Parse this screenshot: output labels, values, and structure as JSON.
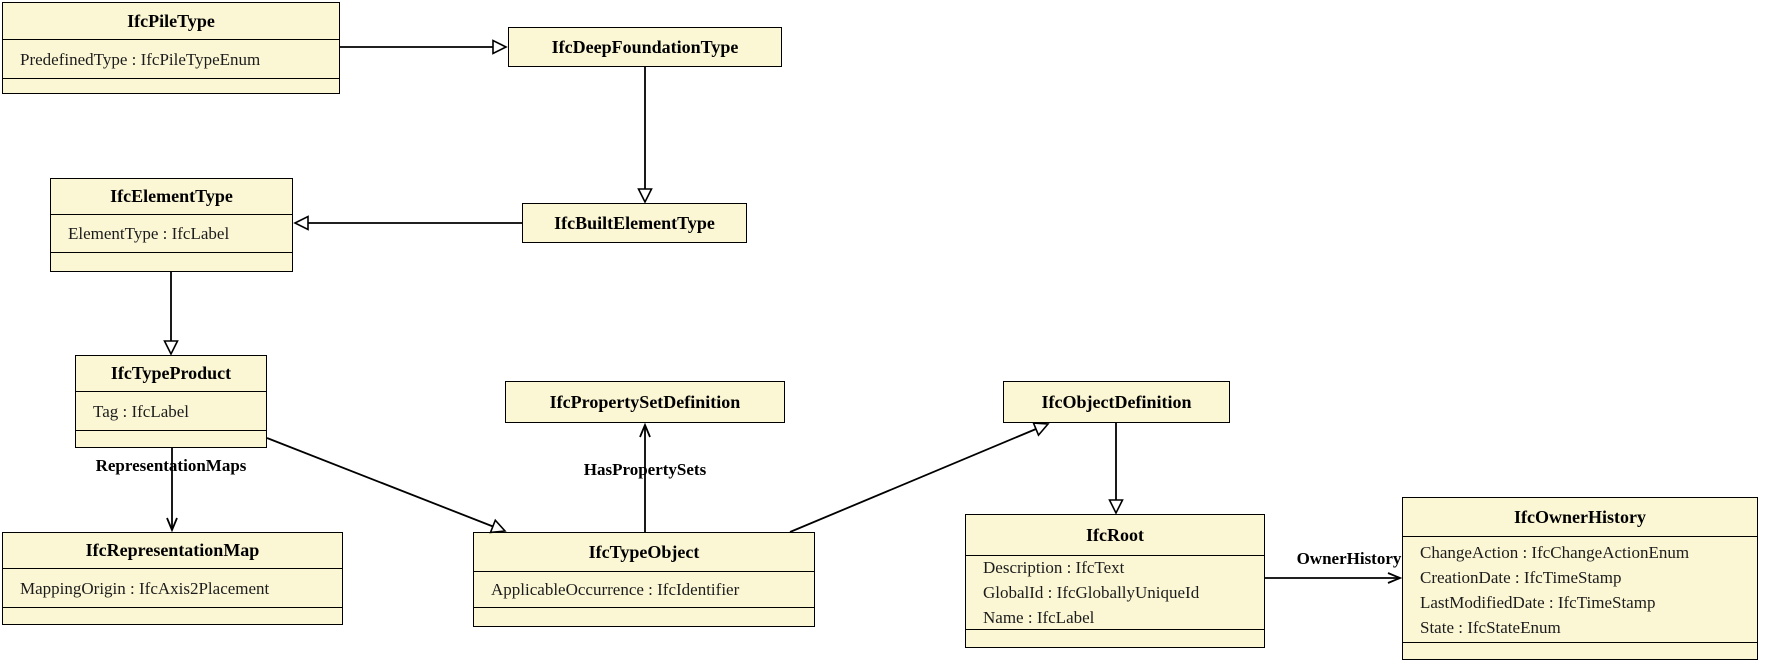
{
  "diagram": {
    "kind": "uml-class-diagram",
    "colors": {
      "node_fill": "#fbf7d5",
      "node_border": "#000000",
      "background": "#ffffff"
    },
    "nodes": {
      "ifc_pile_type": {
        "title": "IfcPileType",
        "attributes": [
          "PredefinedType : IfcPileTypeEnum"
        ]
      },
      "ifc_deep_foundation_type": {
        "title": "IfcDeepFoundationType",
        "attributes": []
      },
      "ifc_element_type": {
        "title": "IfcElementType",
        "attributes": [
          "ElementType : IfcLabel"
        ]
      },
      "ifc_built_element_type": {
        "title": "IfcBuiltElementType",
        "attributes": []
      },
      "ifc_type_product": {
        "title": "IfcTypeProduct",
        "attributes": [
          "Tag : IfcLabel"
        ]
      },
      "ifc_property_set_definition": {
        "title": "IfcPropertySetDefinition",
        "attributes": []
      },
      "ifc_object_definition": {
        "title": "IfcObjectDefinition",
        "attributes": []
      },
      "ifc_representation_map": {
        "title": "IfcRepresentationMap",
        "attributes": [
          "MappingOrigin : IfcAxis2Placement"
        ]
      },
      "ifc_type_object": {
        "title": "IfcTypeObject",
        "attributes": [
          "ApplicableOccurrence : IfcIdentifier"
        ]
      },
      "ifc_root": {
        "title": "IfcRoot",
        "attributes": [
          "Description : IfcText",
          "GlobalId : IfcGloballyUniqueId",
          "Name : IfcLabel"
        ]
      },
      "ifc_owner_history": {
        "title": "IfcOwnerHistory",
        "attributes": [
          "ChangeAction : IfcChangeActionEnum",
          "CreationDate : IfcTimeStamp",
          "LastModifiedDate : IfcTimeStamp",
          "State : IfcStateEnum"
        ]
      }
    },
    "edge_labels": {
      "representation_maps": "RepresentationMaps",
      "has_property_sets": "HasPropertySets",
      "owner_history": "OwnerHistory"
    }
  }
}
